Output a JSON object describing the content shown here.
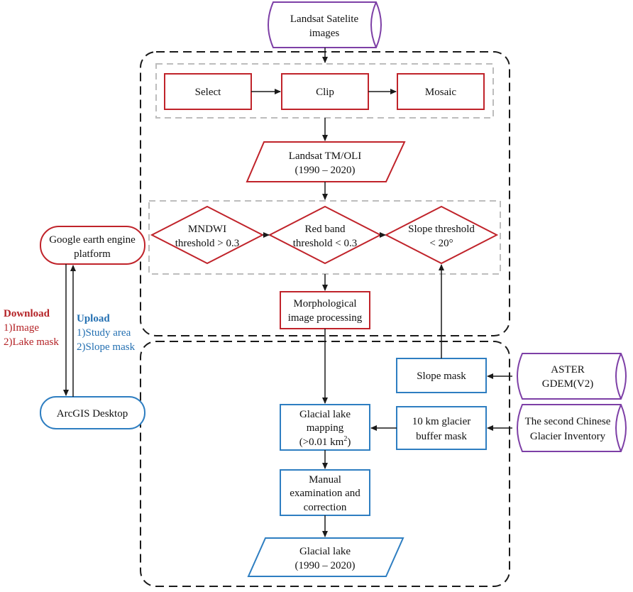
{
  "colors": {
    "red": "#c0232a",
    "blue": "#2e7ec1",
    "purple": "#7d3fa6",
    "dark": "#1a1a1a",
    "gray_dash": "#bdbdbd",
    "label_red": "#b42226",
    "label_blue": "#2470b2"
  },
  "nodes": {
    "landsat_images": {
      "line1": "Landsat Satelite",
      "line2": "images"
    },
    "select": "Select",
    "clip": "Clip",
    "mosaic": "Mosaic",
    "landsat_tm": {
      "line1": "Landsat TM/OLI",
      "line2": "(1990 – 2020)"
    },
    "mndwi": {
      "line1": "MNDWI",
      "line2": "threshold > 0.3"
    },
    "red_band": {
      "line1": "Red band",
      "line2": "threshold < 0.3"
    },
    "slope_threshold": {
      "line1": "Slope threshold",
      "line2": "< 20°"
    },
    "morphological": {
      "line1": "Morphological",
      "line2": "image processing"
    },
    "gee": {
      "line1": "Google earth engine",
      "line2": "platform"
    },
    "arcgis": "ArcGIS Desktop",
    "slope_mask": "Slope mask",
    "aster": {
      "line1": "ASTER",
      "line2": "GDEM(V2)"
    },
    "glacier_buffer": {
      "line1": "10 km glacier",
      "line2": "buffer mask"
    },
    "glacier_inventory": {
      "line1": "The second Chinese",
      "line2": "Glacier Inventory"
    },
    "glacial_mapping": {
      "line1": "Glacial lake",
      "line2": "mapping",
      "line3_prefix": "(>0.01 km",
      "line3_sup": "2",
      "line3_suffix": ")"
    },
    "manual": {
      "line1": "Manual",
      "line2": "examination and",
      "line3": "correction"
    },
    "glacial_lake": {
      "line1": "Glacial lake",
      "line2": "(1990 – 2020)"
    }
  },
  "labels": {
    "download": {
      "title": "Download",
      "item1": "1)Image",
      "item2": "2)Lake mask"
    },
    "upload": {
      "title": "Upload",
      "item1": "1)Study area",
      "item2": "2)Slope mask"
    }
  }
}
